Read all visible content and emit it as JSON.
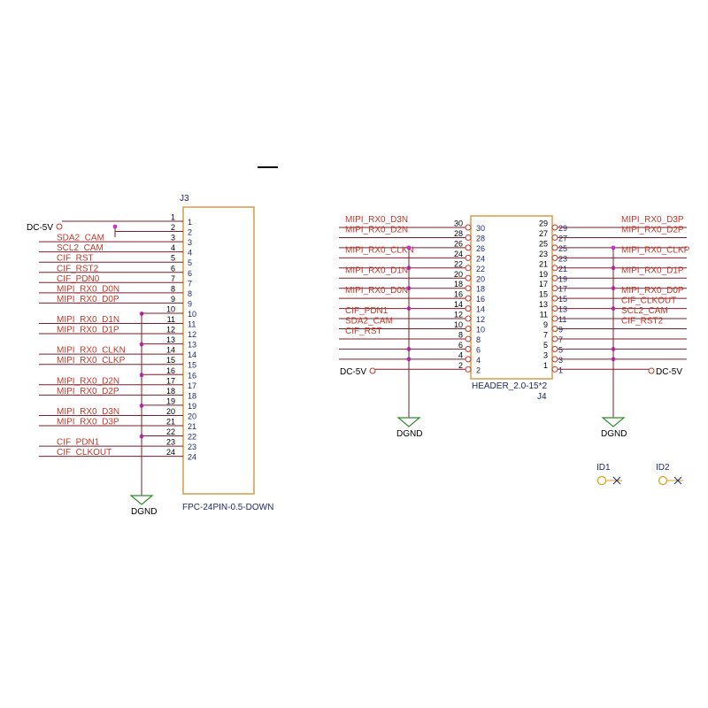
{
  "colors": {
    "net_label": "#c0392b",
    "wire": "#7a1f2b",
    "pin_number": "#1f2a6b",
    "body_outline": "#e0a050",
    "junction": "#cc33cc",
    "power_symbol": "#2d8a2d",
    "id_symbol": "#d4a017"
  },
  "j3": {
    "designator": "J3",
    "footprint": "FPC-24PIN-0.5-DOWN",
    "power_net": "DC-5V",
    "ground_label": "DGND",
    "pins": [
      {
        "outer": "1",
        "inner": "1",
        "net": "DC-5V"
      },
      {
        "outer": "2",
        "inner": "2",
        "net": ""
      },
      {
        "outer": "3",
        "inner": "3",
        "net": "SDA2_CAM"
      },
      {
        "outer": "4",
        "inner": "4",
        "net": "SCL2_CAM"
      },
      {
        "outer": "5",
        "inner": "5",
        "net": "CIF_RST"
      },
      {
        "outer": "6",
        "inner": "6",
        "net": "CIF_RST2"
      },
      {
        "outer": "7",
        "inner": "7",
        "net": "CIF_PDN0"
      },
      {
        "outer": "8",
        "inner": "8",
        "net": "MIPI_RX0_D0N"
      },
      {
        "outer": "9",
        "inner": "9",
        "net": "MIPI_RX0_D0P"
      },
      {
        "outer": "10",
        "inner": "10",
        "net": ""
      },
      {
        "outer": "11",
        "inner": "11",
        "net": "MIPI_RX0_D1N"
      },
      {
        "outer": "12",
        "inner": "12",
        "net": "MIPI_RX0_D1P"
      },
      {
        "outer": "13",
        "inner": "13",
        "net": ""
      },
      {
        "outer": "14",
        "inner": "14",
        "net": "MIPI_RX0_CLKN"
      },
      {
        "outer": "15",
        "inner": "15",
        "net": "MIPI_RX0_CLKP"
      },
      {
        "outer": "16",
        "inner": "16",
        "net": ""
      },
      {
        "outer": "17",
        "inner": "17",
        "net": "MIPI_RX0_D2N"
      },
      {
        "outer": "18",
        "inner": "18",
        "net": "MIPI_RX0_D2P"
      },
      {
        "outer": "19",
        "inner": "19",
        "net": ""
      },
      {
        "outer": "20",
        "inner": "20",
        "net": "MIPI_RX0_D3N"
      },
      {
        "outer": "21",
        "inner": "21",
        "net": "MIPI_RX0_D3P"
      },
      {
        "outer": "22",
        "inner": "22",
        "net": ""
      },
      {
        "outer": "23",
        "inner": "23",
        "net": "CIF_PDN1"
      },
      {
        "outer": "24",
        "inner": "24",
        "net": "CIF_CLKOUT"
      }
    ]
  },
  "j4": {
    "designator": "J4",
    "footprint": "HEADER_2.0-15*2",
    "power_left": "DC-5V",
    "power_right": "DC-5V",
    "ground_left": "DGND",
    "ground_right": "DGND",
    "left_pins": [
      {
        "outer": "30",
        "inner": "30",
        "net": "MIPI_RX0_D3N"
      },
      {
        "outer": "28",
        "inner": "28",
        "net": "MIPI_RX0_D2N"
      },
      {
        "outer": "26",
        "inner": "26",
        "net": ""
      },
      {
        "outer": "24",
        "inner": "24",
        "net": "MIPI_RX0_CLKN"
      },
      {
        "outer": "22",
        "inner": "22",
        "net": ""
      },
      {
        "outer": "20",
        "inner": "20",
        "net": "MIPI_RX0_D1N"
      },
      {
        "outer": "18",
        "inner": "18",
        "net": ""
      },
      {
        "outer": "16",
        "inner": "16",
        "net": "MIPI_RX0_D0N"
      },
      {
        "outer": "14",
        "inner": "14",
        "net": ""
      },
      {
        "outer": "12",
        "inner": "12",
        "net": "CIF_PDN1"
      },
      {
        "outer": "10",
        "inner": "10",
        "net": "SDA2_CAM"
      },
      {
        "outer": "8",
        "inner": "8",
        "net": "CIF_RST"
      },
      {
        "outer": "6",
        "inner": "6",
        "net": ""
      },
      {
        "outer": "4",
        "inner": "4",
        "net": ""
      },
      {
        "outer": "2",
        "inner": "2",
        "net": "DC-5V"
      }
    ],
    "right_pins": [
      {
        "outer": "29",
        "inner": "29",
        "net": "MIPI_RX0_D3P"
      },
      {
        "outer": "27",
        "inner": "27",
        "net": "MIPI_RX0_D2P"
      },
      {
        "outer": "25",
        "inner": "25",
        "net": ""
      },
      {
        "outer": "23",
        "inner": "23",
        "net": "MIPI_RX0_CLKP"
      },
      {
        "outer": "21",
        "inner": "21",
        "net": ""
      },
      {
        "outer": "19",
        "inner": "19",
        "net": "MIPI_RX0_D1P"
      },
      {
        "outer": "17",
        "inner": "17",
        "net": ""
      },
      {
        "outer": "15",
        "inner": "15",
        "net": "MIPI_RX0_D0P"
      },
      {
        "outer": "13",
        "inner": "13",
        "net": "CIF_CLKOUT"
      },
      {
        "outer": "11",
        "inner": "11",
        "net": "SCL2_CAM"
      },
      {
        "outer": "9",
        "inner": "9",
        "net": "CIF_RST2"
      },
      {
        "outer": "7",
        "inner": "7",
        "net": ""
      },
      {
        "outer": "5",
        "inner": "5",
        "net": ""
      },
      {
        "outer": "3",
        "inner": "3",
        "net": ""
      },
      {
        "outer": "1",
        "inner": "1",
        "net": "DC-5V"
      }
    ]
  },
  "ids": [
    {
      "label": "ID1"
    },
    {
      "label": "ID2"
    }
  ]
}
